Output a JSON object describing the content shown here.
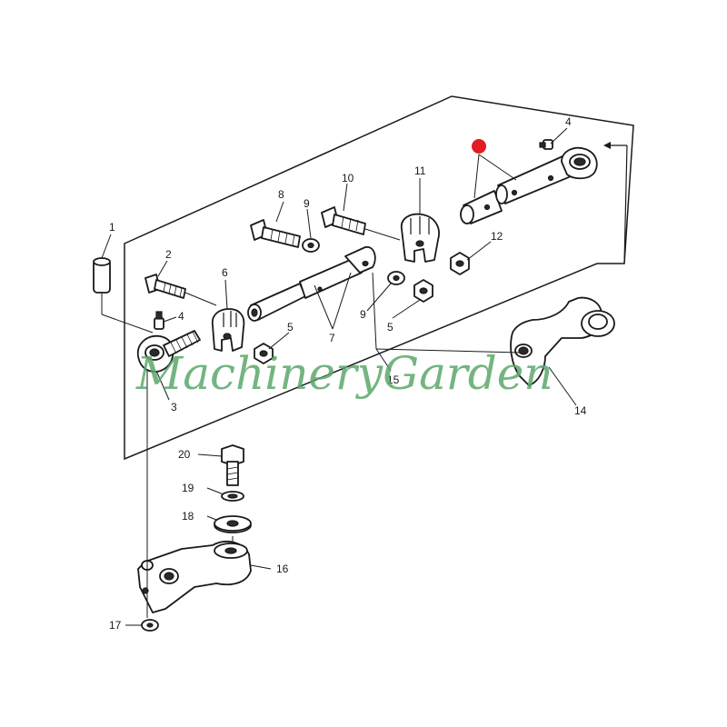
{
  "callouts": {
    "c1": "1",
    "c2": "2",
    "c3": "3",
    "c4a": "4",
    "c4b": "4",
    "c5a": "5",
    "c5b": "5",
    "c6": "6",
    "c7": "7",
    "c8": "8",
    "c9a": "9",
    "c9b": "9",
    "c10": "10",
    "c11": "11",
    "c12": "12",
    "c14": "14",
    "c15": "15",
    "c16": "16",
    "c17": "17",
    "c18": "18",
    "c19": "19",
    "c20": "20"
  },
  "watermark": "MachineryGarden",
  "colors": {
    "marker": "#e31b23",
    "watermark": "#5aa86a",
    "ink": "#1a1a1a"
  }
}
